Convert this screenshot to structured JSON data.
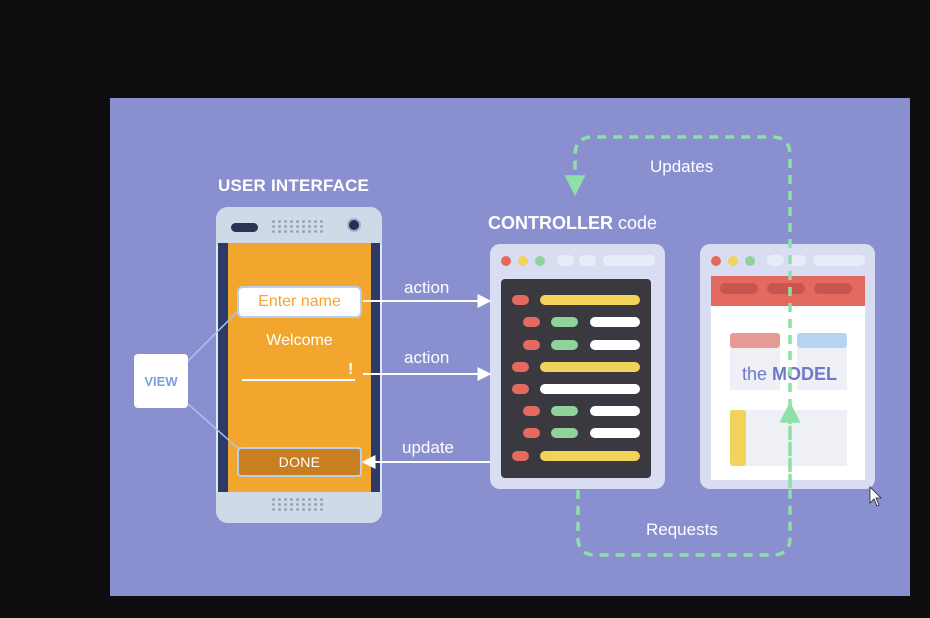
{
  "labels": {
    "user_interface": "USER INTERFACE",
    "controller_bold": "CONTROLLER",
    "controller_rest": " code",
    "view": "VIEW",
    "model_prefix": "the ",
    "model_bold": "MODEL"
  },
  "phone": {
    "input_placeholder": "Enter name",
    "welcome": "Welcome",
    "exclamation": "!",
    "done_button": "DONE"
  },
  "arrows": {
    "action_1": "action",
    "action_2": "action",
    "update": "update",
    "updates": "Updates",
    "requests": "Requests"
  },
  "colors": {
    "background": "#8a8fd0",
    "phone_screen": "#f2a62d",
    "code_bg": "#3b3940",
    "accent_green_dash": "#8de0a6",
    "model_header": "#e46a60"
  },
  "icons": [
    "mouse-cursor-icon",
    "window-close-dot-icon",
    "window-minimize-dot-icon",
    "window-maximize-dot-icon"
  ]
}
